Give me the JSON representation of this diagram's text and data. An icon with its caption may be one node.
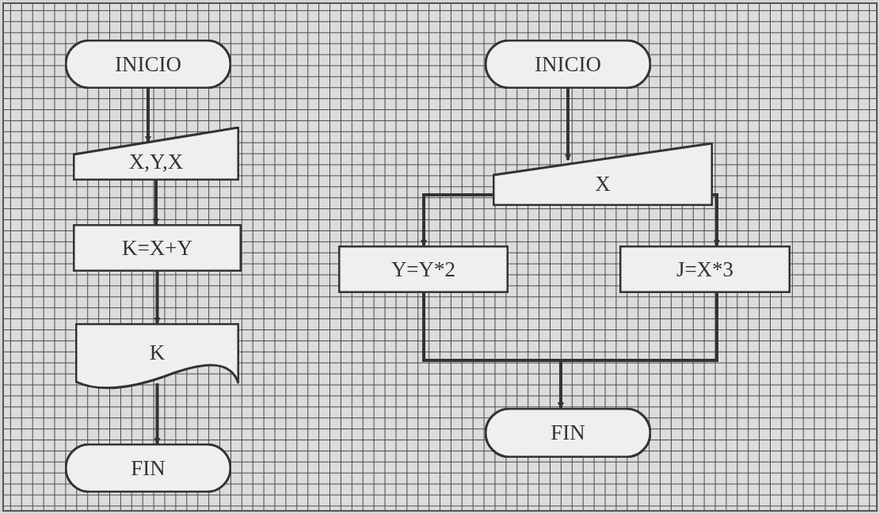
{
  "diagram": {
    "nodes": [
      {
        "text": [
          "INICIO"
        ]
      },
      {
        "text": [
          "X,Y,X"
        ]
      },
      {
        "text": [
          "K=X+Y"
        ]
      },
      {
        "text": [
          "K"
        ]
      },
      {
        "text": [
          "FIN"
        ]
      },
      {
        "text": [
          "INICIO"
        ]
      },
      {
        "text": [
          "X"
        ]
      },
      {
        "text": [
          "Y=Y*2"
        ]
      },
      {
        "text": [
          "J=X*3"
        ]
      },
      {
        "text": [
          "FIN"
        ]
      }
    ],
    "edges": [
      {
        "from": 0,
        "to": 1,
        "arrow": "to"
      },
      {
        "from": 1,
        "to": 2,
        "arrow": "to"
      },
      {
        "from": 2,
        "to": 3,
        "arrow": "to"
      },
      {
        "from": 3,
        "to": 4,
        "arrow": "to"
      },
      {
        "from": 5,
        "to": 6,
        "arrow": "to"
      },
      {
        "from": 6,
        "to": 7,
        "arrow": "to"
      },
      {
        "from": 6,
        "to": 8,
        "arrow": "to"
      },
      {
        "from": 7,
        "to": 9,
        "arrow": "to"
      },
      {
        "from": 8,
        "to": 9,
        "arrow": "to"
      }
    ]
  }
}
